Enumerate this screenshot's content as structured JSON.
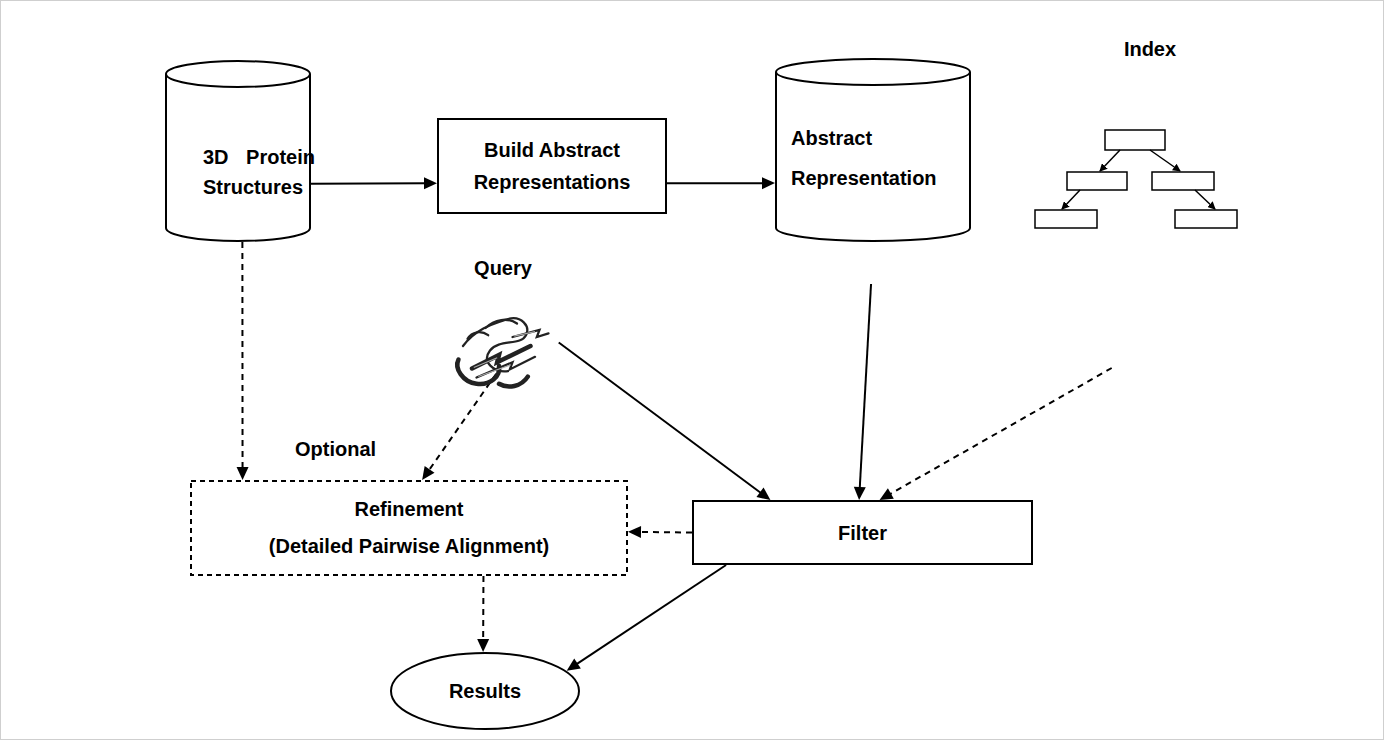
{
  "diagram": {
    "nodes": [
      {
        "text": [
          "3D Protein Structures"
        ]
      },
      {
        "text": [
          "Build Abstract Representations"
        ]
      },
      {
        "text": [
          "Abstract Representation"
        ]
      },
      {
        "text": [
          "Index"
        ]
      },
      {
        "text": [
          "Query"
        ]
      },
      {
        "text": [
          "Refinement",
          "(Detailed Pairwise Alignment)"
        ]
      },
      {
        "text": [
          "Filter"
        ]
      },
      {
        "text": [
          "Results"
        ]
      }
    ],
    "edges": [
      {
        "from": 0,
        "to": 1,
        "arrow": "to"
      },
      {
        "from": 1,
        "to": 2,
        "arrow": "to"
      },
      {
        "from": 0,
        "to": 5,
        "arrow": "to"
      },
      {
        "from": 4,
        "to": 5,
        "arrow": "to"
      },
      {
        "from": 4,
        "to": 6,
        "arrow": "to"
      },
      {
        "from": 2,
        "to": 6,
        "arrow": "to"
      },
      {
        "from": 3,
        "to": 6,
        "arrow": "to"
      },
      {
        "from": 6,
        "to": 5,
        "arrow": "to"
      },
      {
        "from": 5,
        "to": 7,
        "arrow": "to"
      },
      {
        "from": 6,
        "to": 7,
        "arrow": "to"
      }
    ],
    "labels": [
      "Optional"
    ]
  }
}
